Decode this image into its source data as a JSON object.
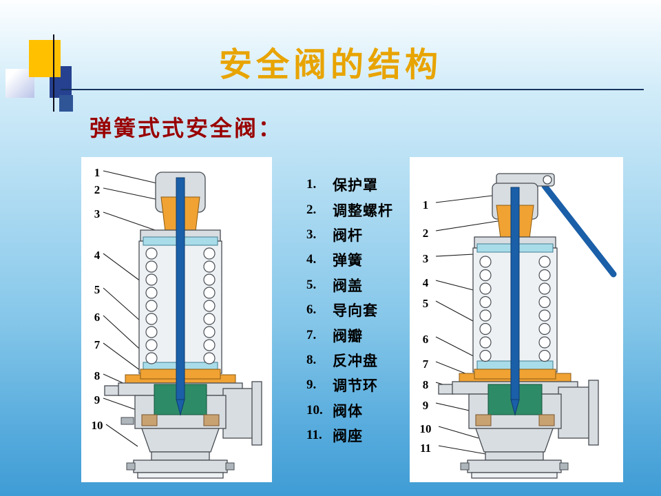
{
  "slide": {
    "title": "安全阀的结构",
    "subtitle": "弹簧式式安全阀：",
    "parts": [
      {
        "num": "1.",
        "label": "保护罩"
      },
      {
        "num": "2.",
        "label": "调整螺杆"
      },
      {
        "num": "3.",
        "label": "阀杆"
      },
      {
        "num": "4.",
        "label": "弹簧"
      },
      {
        "num": "5.",
        "label": "阀盖"
      },
      {
        "num": "6.",
        "label": "导向套"
      },
      {
        "num": "7.",
        "label": "阀瓣"
      },
      {
        "num": "8.",
        "label": "反冲盘"
      },
      {
        "num": "9.",
        "label": "调节环"
      },
      {
        "num": "10.",
        "label": "阀体"
      },
      {
        "num": "11.",
        "label": "阀座"
      }
    ],
    "left_diagram": {
      "callouts": [
        "1",
        "2",
        "3",
        "4",
        "5",
        "6",
        "7",
        "8",
        "9",
        "10"
      ]
    },
    "right_diagram": {
      "callouts": [
        "1",
        "2",
        "3",
        "4",
        "5",
        "6",
        "7",
        "8",
        "9",
        "10",
        "11"
      ]
    }
  },
  "colors": {
    "title_gold": "#E8A400",
    "subtitle_red": "#990000",
    "stem_blue": "#1A5FA8",
    "seat_orange": "#F0A233",
    "disc_green": "#2E8B68",
    "plate_cyan": "#A9DCE9",
    "metal_grey": "#D8DDE1"
  }
}
